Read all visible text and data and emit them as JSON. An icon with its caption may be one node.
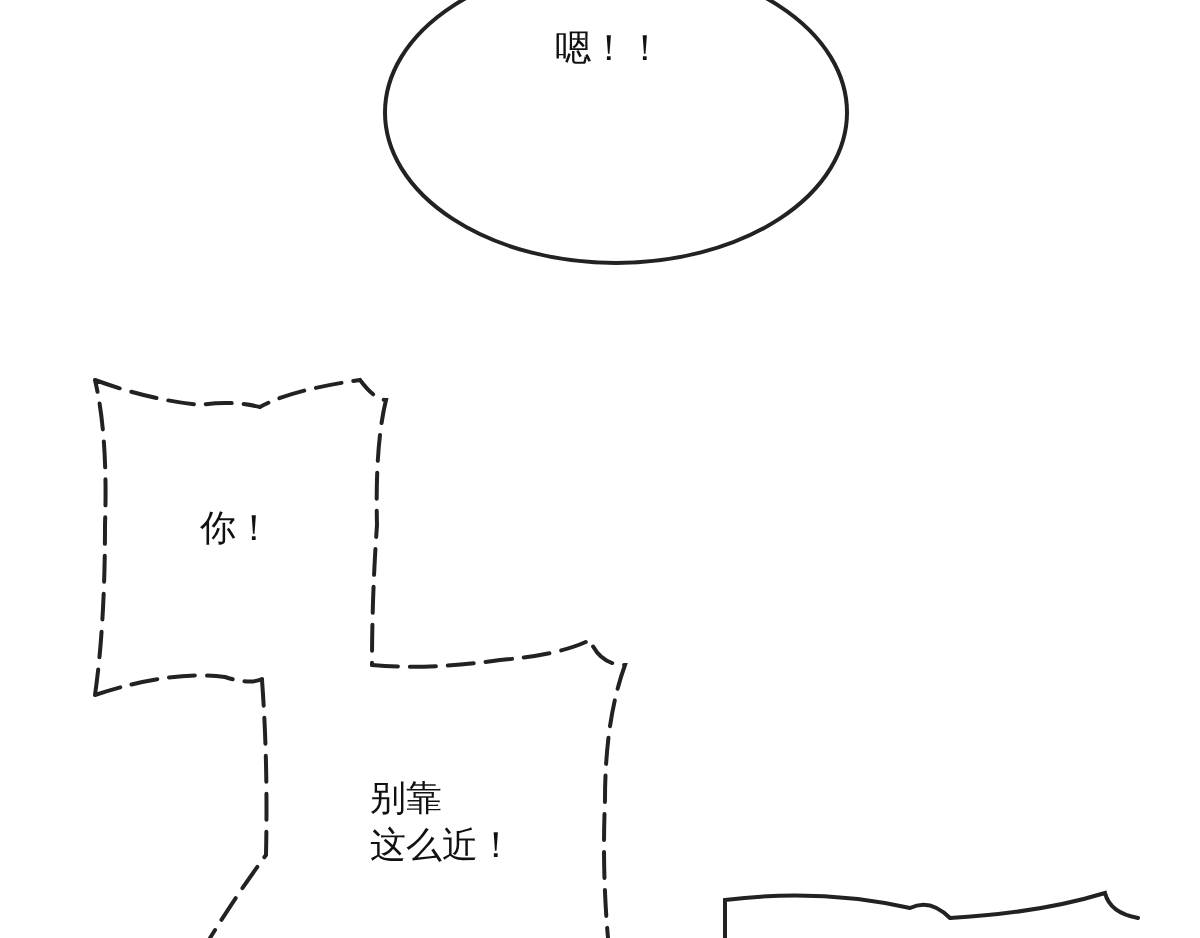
{
  "diagram": {
    "nodes": [
      {
        "text": [
          "嗯！！"
        ]
      },
      {
        "text": [
          "你！"
        ]
      },
      {
        "text": [
          "别靠这么近！"
        ]
      },
      {
        "text": [],
        "shape": "box"
      }
    ]
  }
}
